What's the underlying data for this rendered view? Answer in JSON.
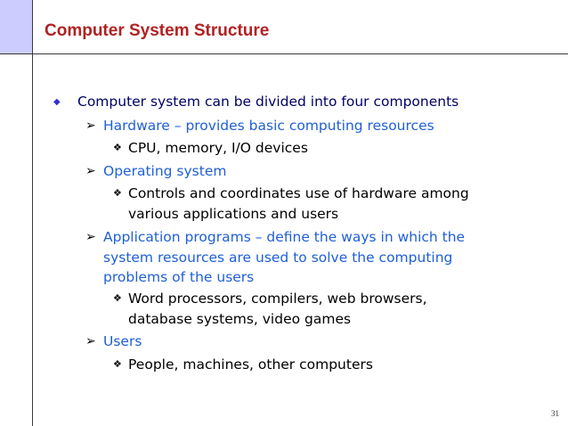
{
  "slide": {
    "title": "Computer System Structure",
    "page_number": "31",
    "bullets": {
      "level1": "Computer system can be divided into four components",
      "hardware": {
        "text": "Hardware – provides basic computing resources",
        "sub": "CPU, memory, I/O devices"
      },
      "os": {
        "text": "Operating system",
        "sub_line1": "Controls and coordinates use of hardware among",
        "sub_line2": "various applications and users"
      },
      "apps": {
        "line1": "Application programs – define the ways in which the",
        "line2": "system resources are used to solve the computing",
        "line3": "problems of the users",
        "sub_line1": "Word processors, compilers, web browsers,",
        "sub_line2": "database systems, video games"
      },
      "users": {
        "text": "Users",
        "sub": "People, machines, other computers"
      }
    },
    "bullet_glyphs": {
      "level1": "◆",
      "level2": "➢",
      "level3": "❖"
    },
    "colors": {
      "title": "#b22222",
      "level1_text": "#000066",
      "level2_text": "#1f5fd6",
      "level3_text": "#000000",
      "corner_box": "#ccccff"
    }
  }
}
